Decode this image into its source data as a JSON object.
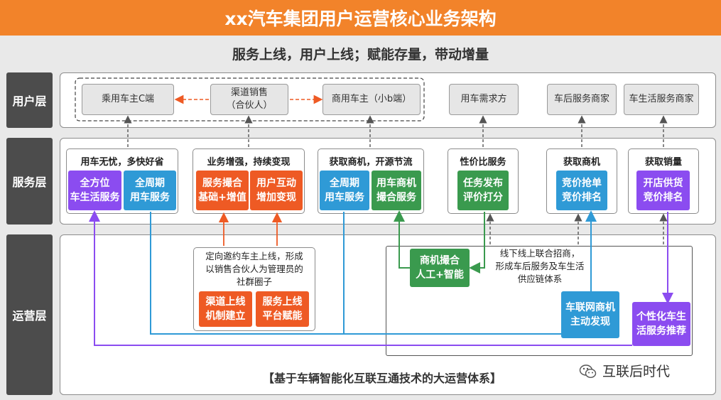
{
  "title": "xx汽车集团用户运营核心业务架构",
  "subtitle": "服务上线，用户上线；赋能存量，带动增量",
  "layers": {
    "user": "用户层",
    "service": "服务层",
    "ops": "运营层"
  },
  "user_layer": {
    "c_owner": "乘用车主C端",
    "channel": "渠道销售\n（合伙人）",
    "b_owner": "商用车主（小b端）",
    "demand": "用车需求方",
    "aftermarket": "车后服务商家",
    "life": "车生活服务商家"
  },
  "service_layer": {
    "card1": {
      "title": "用车无忧，多快好省",
      "box1": "全方位\n车生活服务",
      "box2": "全周期\n用车服务"
    },
    "card2": {
      "title": "业务增强，持续变现",
      "box1": "服务撮合\n基础+增值",
      "box2": "用户互动\n增加变现"
    },
    "card3": {
      "title": "获取商机，开源节流",
      "box1": "全周期\n用车服务",
      "box2": "用车商机\n撮合服务"
    },
    "card4": {
      "title": "性价比服务",
      "box1": "任务发布\n评价打分"
    },
    "card5": {
      "title": "获取商机",
      "box1": "竞价抢单\n竞价排名"
    },
    "card6": {
      "title": "获取销量",
      "box1": "开店供货\n竞价排名"
    }
  },
  "ops_layer": {
    "community_note": "定向邀约车主上线，形成\n以销售合伙人为管理员的\n社群圈子",
    "channel_online": "渠道上线\n机制建立",
    "service_online": "服务上线\n平台赋能",
    "matching": "商机撮合\n人工+智能",
    "offline_note": "线下线上联合招商，\n形成车后服务及车生活\n供应链体系",
    "iov_discovery": "车联网商机\n主动发现",
    "personalized": "个性化车生\n活服务推荐",
    "bottom": "【基于车辆智能化互联互通技术的大运营体系】"
  },
  "watermark": {
    "icon": "wechat-icon",
    "text": "互联后时代"
  },
  "colors": {
    "banner": "#f2832a",
    "purple": "#8b4cf0",
    "blue": "#2f9ad6",
    "orange": "#ee5a24",
    "green": "#3a9a4e",
    "layer_label": "#4c4c4c"
  }
}
